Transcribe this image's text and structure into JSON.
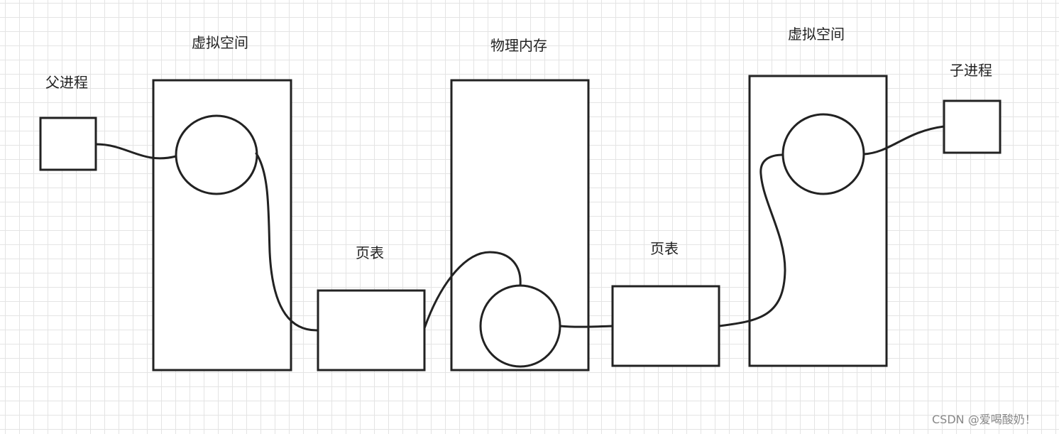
{
  "labels": {
    "parent_process": "父进程",
    "virtual_space_left": "虚拟空间",
    "page_table_left": "页表",
    "physical_memory": "物理内存",
    "page_table_right": "页表",
    "virtual_space_right": "虚拟空间",
    "child_process": "子进程"
  },
  "watermark": "CSDN @爱喝酸奶！"
}
